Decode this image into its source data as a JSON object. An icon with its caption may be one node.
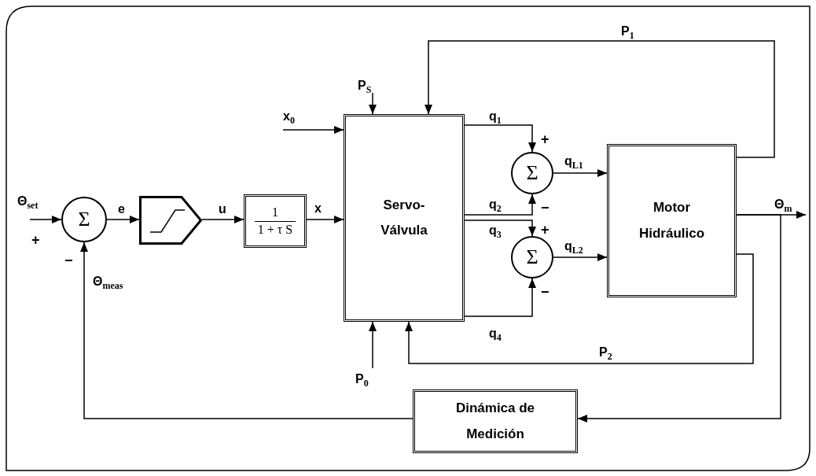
{
  "diagram": {
    "nodes": [
      {
        "text": [
          "Σ"
        ]
      },
      {
        "text": [],
        "shape": "box"
      },
      {
        "text": [
          "1",
          "1 + τ S"
        ]
      },
      {
        "text": [
          "Servo- Válvula"
        ]
      },
      {
        "text": [
          "Σ"
        ]
      },
      {
        "text": [
          "Σ"
        ]
      },
      {
        "text": [
          "Motor Hidráulico"
        ]
      },
      {
        "text": [
          "Dinámica de Medición"
        ]
      }
    ],
    "edges": [
      {
        "from": null,
        "to": 0,
        "arrow": "to",
        "label": "Θ$_{set}$"
      },
      {
        "from": 0,
        "to": 1,
        "arrow": "to",
        "label": "e"
      },
      {
        "from": 1,
        "to": 2,
        "arrow": "to",
        "label": "u"
      },
      {
        "from": 2,
        "to": 3,
        "arrow": "to",
        "label": "x"
      },
      {
        "from": null,
        "to": 3,
        "arrow": "to",
        "label": "x$_{0}$"
      },
      {
        "from": null,
        "to": 3,
        "arrow": "to",
        "label": "P$_{S}$"
      },
      {
        "from": 6,
        "to": 3,
        "arrow": "to",
        "label": "P$_{1}$"
      },
      {
        "from": null,
        "to": 3,
        "arrow": "to",
        "label": "P$_{0}$"
      },
      {
        "from": 6,
        "to": 3,
        "arrow": "to",
        "label": "P$_{2}$"
      },
      {
        "from": 3,
        "to": 4,
        "arrow": "to",
        "label": "q$_{1}$"
      },
      {
        "from": 3,
        "to": 4,
        "arrow": "to",
        "label": "q$_{2}$"
      },
      {
        "from": 3,
        "to": 5,
        "arrow": "to",
        "label": "q$_{3}$"
      },
      {
        "from": 3,
        "to": 5,
        "arrow": "to",
        "label": "q$_{4}$"
      },
      {
        "from": 4,
        "to": 6,
        "arrow": "to",
        "label": "q$_{L1}$"
      },
      {
        "from": 5,
        "to": 6,
        "arrow": "to",
        "label": "q$_{L2}$"
      },
      {
        "from": 6,
        "to": null,
        "arrow": "to",
        "label": "Θ$_{m}$"
      },
      {
        "from": 6,
        "to": 7,
        "arrow": "to"
      },
      {
        "from": 7,
        "to": 0,
        "arrow": "to",
        "label": "Θ$_{meas}$"
      }
    ],
    "labels": [
      "+",
      "−",
      "+",
      "−",
      "+",
      "−"
    ]
  }
}
